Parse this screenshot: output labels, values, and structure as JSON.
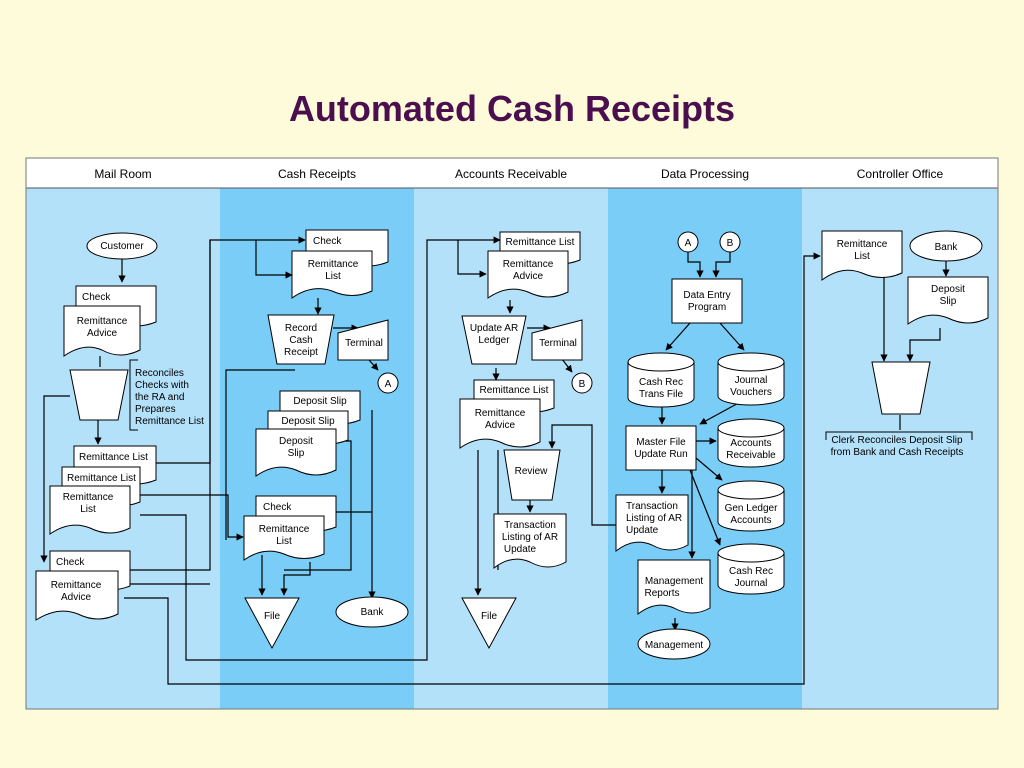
{
  "title": "Automated Cash Receipts",
  "colors": {
    "background": "#fdfbd9",
    "title": "#4b0f4f",
    "lane_light": "#b3e1fa",
    "lane_dark": "#79cdf7"
  },
  "lanes": [
    "Mail Room",
    "Cash Receipts",
    "Accounts Receivable",
    "Data Processing",
    "Controller Office"
  ],
  "mail_room": {
    "customer": "Customer",
    "check": "Check",
    "remittance_advice": [
      "Remittance",
      "Advice"
    ],
    "note": [
      "Reconciles",
      "Checks with",
      "the RA and",
      "Prepares",
      "Remittance List"
    ],
    "rl1": "Remittance List",
    "rl2": "Remittance List",
    "rl3": [
      "Remittance",
      "List"
    ],
    "check2": "Check",
    "advice2": [
      "Remittance",
      "Advice"
    ]
  },
  "cash_receipts": {
    "check": "Check",
    "remittance_list": [
      "Remittance",
      "List"
    ],
    "record": [
      "Record",
      "Cash",
      "Receipt"
    ],
    "terminal": "Terminal",
    "connector": "A",
    "ds1": "Deposit Slip",
    "ds2": "Deposit Slip",
    "ds3": [
      "Deposit",
      "Slip"
    ],
    "check2": "Check",
    "rl2": [
      "Remittance",
      "List"
    ],
    "file": "File",
    "bank": "Bank"
  },
  "accounts_receivable": {
    "rl": "Remittance List",
    "advice": [
      "Remittance",
      "Advice"
    ],
    "update": [
      "Update AR",
      "Ledger"
    ],
    "terminal": "Terminal",
    "connector": "B",
    "rl2": "Remittance List",
    "advice2": [
      "Remittance",
      "Advice"
    ],
    "review": "Review",
    "listing": [
      "Transaction",
      "Listing of AR",
      "Update"
    ],
    "file": "File"
  },
  "data_processing": {
    "conn_a": "A",
    "conn_b": "B",
    "entry": [
      "Data Entry",
      "Program"
    ],
    "cashrec": [
      "Cash Rec",
      "Trans File"
    ],
    "journal": [
      "Journal",
      "Vouchers"
    ],
    "master": [
      "Master File",
      "Update Run"
    ],
    "ar": [
      "Accounts",
      "Receivable"
    ],
    "gl": [
      "Gen Ledger",
      "Accounts"
    ],
    "crj": [
      "Cash Rec",
      "Journal"
    ],
    "listing": [
      "Transaction",
      "Listing of AR",
      "Update"
    ],
    "reports": [
      "Management",
      "Reports"
    ],
    "management": "Management"
  },
  "controller_office": {
    "rl": [
      "Remittance",
      "List"
    ],
    "bank": "Bank",
    "ds": [
      "Deposit",
      "Slip"
    ],
    "note": [
      "Clerk Reconciles Deposit Slip",
      "from Bank and Cash Receipts"
    ]
  }
}
